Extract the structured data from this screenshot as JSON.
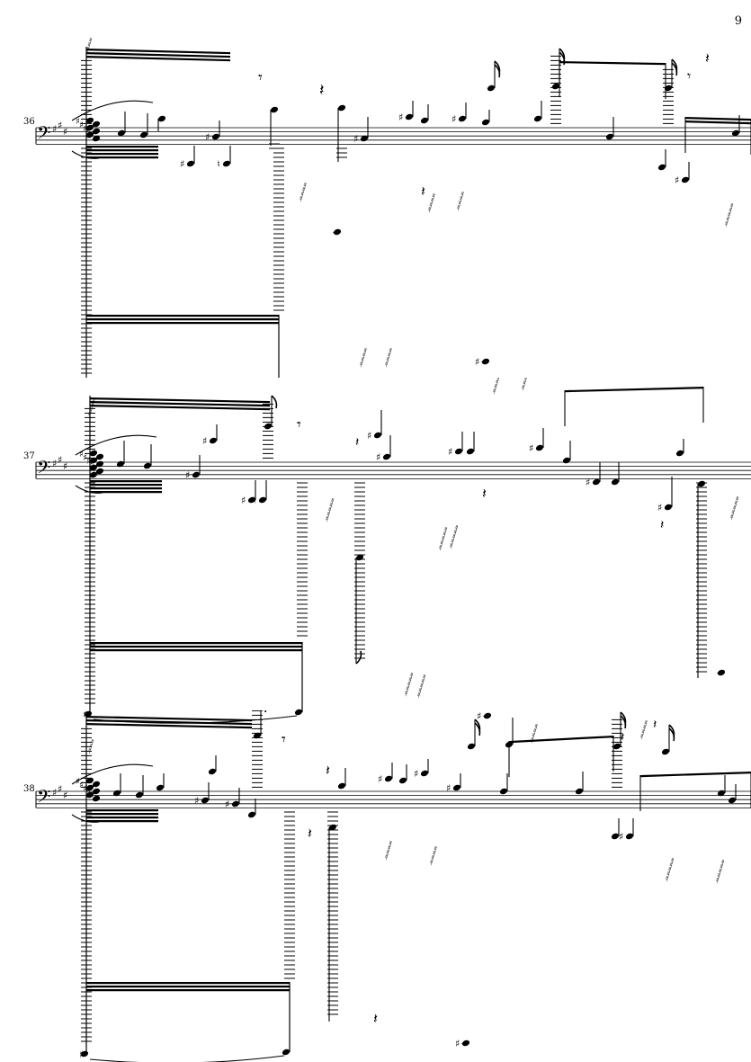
{
  "page": {
    "page_number": "9"
  },
  "systems": [
    {
      "measure_number": "36",
      "clef": "bass",
      "key": "F# C# G#"
    },
    {
      "measure_number": "37",
      "clef": "bass",
      "key": "F# C# G#"
    },
    {
      "measure_number": "38",
      "clef": "bass",
      "key": "F# C# G#"
    }
  ],
  "symbols": {
    "bass_clef": "𝄢",
    "sharp": "♯",
    "natural": "♮",
    "quarter_rest": "𝄽",
    "eighth_rest": "𝄾",
    "sixteenth_rest": "𝄿"
  },
  "colors": {
    "ink": "#000000",
    "paper": "#ffffff"
  }
}
